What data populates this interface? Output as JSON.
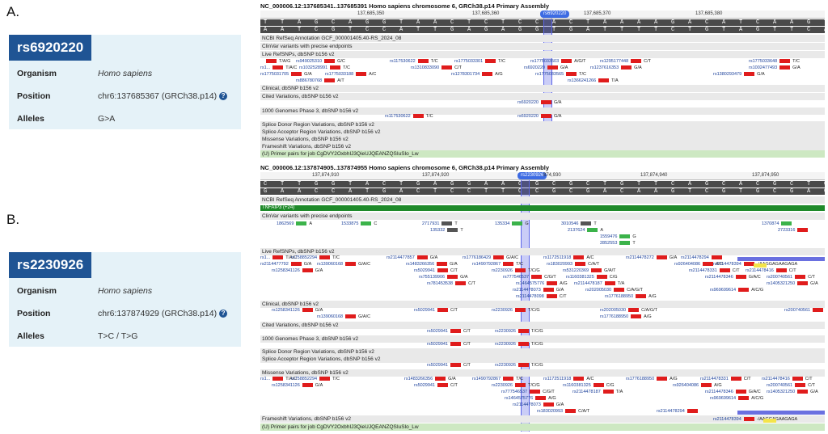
{
  "panels": [
    {
      "letter": "A.",
      "rsid": "rs6920220",
      "organism_label": "Organism",
      "organism": "Homo sapiens",
      "position_label": "Position",
      "position": "chr6:137685367 (GRCh38.p14)",
      "alleles_label": "Alleles",
      "alleles": "G>A",
      "viewer": {
        "header": "NC_000006.12:137685341..137685391 Homo sapiens chromosome 6, GRCh38.p14 Primary Assembly",
        "ruler_ticks": [
          "137,685,350",
          "137,685,360",
          "137,685,370",
          "137,685,380"
        ],
        "ruler_flag": "rs6920220",
        "seq_top": "T T A G C A G G T A A C T C T C C A C T A A A A G A C A T C A A G T G A T C C A C A A A T C A C G C",
        "seq_bottom": "A A T C G T C C A T T G A G A G G T G A T T T T C T G T A G T T C A C T A G G T G T T T A G T G C G",
        "tracks": [
          "NCBI RefSeq Annotation GCF_000001405.40-RS_2024_08",
          "ClinVar variants with precise endpoints",
          "Live RefSNPs, dbSNP b156 v2",
          "Clinical, dbSNP b156 v2",
          "Cited Variations, dbSNP b156 v2",
          "1000 Genomes Phase 3, dbSNP b156 v2",
          "Splice Donor Region Variations, dbSNP b156 v2",
          "Splice Acceptor Region Variations, dbSNP b156 v2",
          "Missense Variations, dbSNP b156 v2",
          "Frameshift Variations, dbSNP b156 v2",
          "(U) Primer pairs for job CgDVY2OxbhIJ3QieUJQEANZQSIuSlo_Lw"
        ],
        "live_snps": [
          {
            "id": "",
            "allele": "T/A/G"
          },
          {
            "id": "rs949025310",
            "allele": "G/C"
          },
          {
            "id": "rs117530622",
            "allele": "T/C"
          },
          {
            "id": "rs1775033301",
            "allele": "T/C"
          },
          {
            "id": "rs1775033503",
            "allele": "A/G/T"
          },
          {
            "id": "rs1295177448",
            "allele": "C/T"
          },
          {
            "id": "rs1775033648",
            "allele": "T/C"
          },
          {
            "id": "rs1...",
            "allele": "T/A/C"
          },
          {
            "id": "rs1032528991",
            "allele": "T/C"
          },
          {
            "id": "rs1310833090",
            "allele": "C/T"
          },
          {
            "id": "rs6920220",
            "allele": "G/A"
          },
          {
            "id": "rs1237616353",
            "allele": "G/A"
          },
          {
            "id": "rs1002477493",
            "allele": "G/A"
          },
          {
            "id": "rs1775031705",
            "allele": "G/A"
          },
          {
            "id": "rs1775033188",
            "allele": "A/C"
          },
          {
            "id": "rs1278301734",
            "allele": "A/G"
          },
          {
            "id": "rs1775033565",
            "allele": "T/C"
          },
          {
            "id": "rs1380293479",
            "allele": "G/A"
          },
          {
            "id": "rs886780768",
            "allele": "A/T"
          },
          {
            "id": "rs1366241266",
            "allele": "T/A"
          }
        ],
        "g1000": [
          {
            "id": "rs6920220",
            "allele": "G/A"
          },
          {
            "id": "rs117530622",
            "allele": "T/C"
          }
        ],
        "cited": {
          "id": "rs6920220",
          "allele": "G/A"
        }
      }
    },
    {
      "letter": "B.",
      "rsid": "rs2230926",
      "organism_label": "Organism",
      "organism": "Homo sapiens",
      "position_label": "Position",
      "position": "chr6:137874929 (GRCh38.p14)",
      "alleles_label": "Alleles",
      "alleles": "T>C / T>G",
      "viewer": {
        "header": "NC_000006.12:137874905..137874955 Homo sapiens chromosome 6, GRCh38.p14 Primary Assembly",
        "ruler_ticks": [
          "137,874,910",
          "137,874,920",
          "874,930",
          "137,874,940",
          "137,874,950"
        ],
        "ruler_flag": "rs2230926",
        "seq_top": "C T T G G T A C T G A G G A A G G C G C T G T T C A G C A C G C T C A A G G A C A T G C A G G G T",
        "seq_bottom": "G A A C C A T G A C T C C T T C C G C G A C A A G T C G T G C G A G T T C C T G T A C G T C C C A",
        "gene": "TNFAIP3 (+24)",
        "tracks": [
          "NCBI RefSeq Annotation GCF_000001405.40-RS_2024_08",
          "ClinVar variants with precise endpoints",
          "Live RefSNPs, dbSNP b156 v2",
          "Clinical, dbSNP b156 v2",
          "Cited Variations, dbSNP b156 v2",
          "1000 Genomes Phase 3, dbSNP b156 v2",
          "Splice Donor Region Variations, dbSNP b156 v2",
          "Splice Acceptor Region Variations, dbSNP b156 v2",
          "Missense Variations, dbSNP b156 v2",
          "Frameshift Variations, dbSNP b156 v2",
          "(U) Primer pairs for job CgDVY2OxbhIJ3QieUJQEANZQSIuSlo_Lw"
        ],
        "clinvar": [
          "1862569",
          "1533875",
          "2717931",
          "135334",
          "135332",
          "3010546",
          "2137624",
          "1559476",
          "2852553",
          "1370874",
          "2723316"
        ],
        "clinvar_alleles": [
          "A",
          "C",
          "T",
          "G",
          "T",
          "T",
          "A",
          "G",
          "T"
        ],
        "live_snps": [
          {
            "id": "rs1...",
            "allele": "T/A/C"
          },
          {
            "id": "rs758852294",
            "allele": "T/C"
          },
          {
            "id": "rs2114477857",
            "allele": "G/A"
          },
          {
            "id": "rs1776186429",
            "allele": "G/A/C"
          },
          {
            "id": "rs1172511918",
            "allele": "A/C"
          },
          {
            "id": "rs2114478272",
            "allele": "G/A"
          },
          {
            "id": "rs2114478294",
            "allele": ""
          },
          {
            "id": "rs2114477792",
            "allele": "G/A"
          },
          {
            "id": "rs139060168",
            "allele": "G/A/C"
          },
          {
            "id": "rs1483266356",
            "allele": "G/A"
          },
          {
            "id": "rs1490792867",
            "allele": "T/C"
          },
          {
            "id": "rs183020993",
            "allele": "C/A/T"
          },
          {
            "id": "rs926404086",
            "allele": "A/G"
          },
          {
            "id": "rs2114478394",
            "allele": "-/AAGGAGAAGAGA"
          },
          {
            "id": "rs1258341126",
            "allele": "G/A"
          },
          {
            "id": "rs5029941",
            "allele": "C/T"
          },
          {
            "id": "rs2230926",
            "allele": "T/C/G"
          },
          {
            "id": "rs531220369",
            "allele": "G/A/T"
          },
          {
            "id": "rs2114478331",
            "allele": "C/T"
          },
          {
            "id": "rs2114478416",
            "allele": "C/T"
          },
          {
            "id": "rs755139906",
            "allele": "G/A"
          },
          {
            "id": "rs777546537",
            "allele": "C/G/T"
          },
          {
            "id": "rs1160381325",
            "allele": "C/G"
          },
          {
            "id": "rs2114478346",
            "allele": "G/A/C"
          },
          {
            "id": "rs200740561",
            "allele": "C/T"
          },
          {
            "id": "rs781453538",
            "allele": "C/T"
          },
          {
            "id": "rs1464575776",
            "allele": "A/G"
          },
          {
            "id": "rs2114478187",
            "allele": "T/A"
          },
          {
            "id": "rs1405321250",
            "allele": "G/A"
          },
          {
            "id": "rs2114478073",
            "allele": "G/A"
          },
          {
            "id": "rs202005030",
            "allele": "C/A/G/T"
          },
          {
            "id": "rs969699614",
            "allele": "A/C/G"
          },
          {
            "id": "rs2114478098",
            "allele": "C/T"
          },
          {
            "id": "rs1776188950",
            "allele": "A/G"
          }
        ],
        "clinical": [
          {
            "id": "rs1258341126",
            "allele": "G/A"
          },
          {
            "id": "rs5029941",
            "allele": "C/T"
          },
          {
            "id": "rs2230926",
            "allele": "T/C/G"
          },
          {
            "id": "rs202005030",
            "allele": "C/A/G/T"
          },
          {
            "id": "rs200740561",
            "allele": ""
          },
          {
            "id": "rs139060168",
            "allele": "G/A/C"
          },
          {
            "id": "rs1776188950",
            "allele": "A/G"
          }
        ],
        "cited": [
          {
            "id": "rs5029941",
            "allele": "C/T"
          },
          {
            "id": "rs2230926",
            "allele": "T/C/G"
          }
        ],
        "g1000": [
          {
            "id": "rs5029941",
            "allele": "C/T"
          },
          {
            "id": "rs2230926",
            "allele": "T/C/G"
          }
        ],
        "splice_acc": [
          {
            "id": "rs5029941",
            "allele": "C/T"
          },
          {
            "id": "rs2230926",
            "allele": "T/C/G"
          }
        ],
        "missense": [
          {
            "id": "rs1...",
            "allele": "T/A/C"
          },
          {
            "id": "rs758852294",
            "allele": "T/C"
          },
          {
            "id": "rs1483266356",
            "allele": "G/A"
          },
          {
            "id": "rs1490792867",
            "allele": "T/C"
          },
          {
            "id": "rs1172511918",
            "allele": "A/C"
          },
          {
            "id": "rs1776188950",
            "allele": "A/G"
          },
          {
            "id": "rs2114478331",
            "allele": "C/T"
          },
          {
            "id": "rs2114478416",
            "allele": "C/T"
          },
          {
            "id": "rs1258341126",
            "allele": "G/A"
          },
          {
            "id": "rs5029941",
            "allele": "C/T"
          },
          {
            "id": "rs2230926",
            "allele": "T/C/G"
          },
          {
            "id": "rs1160381325",
            "allele": "C/G"
          },
          {
            "id": "rs926404086",
            "allele": "A/G"
          },
          {
            "id": "rs200740561",
            "allele": "C/T"
          },
          {
            "id": "rs777546537",
            "allele": "C/G/T"
          },
          {
            "id": "rs2114478187",
            "allele": "T/A"
          },
          {
            "id": "rs2114478346",
            "allele": "G/A/C"
          },
          {
            "id": "rs1405321250",
            "allele": "G/A"
          },
          {
            "id": "rs1464575776",
            "allele": "A/G"
          },
          {
            "id": "rs969699614",
            "allele": "A/C/G"
          },
          {
            "id": "rs2114478073",
            "allele": "G/A"
          },
          {
            "id": "rs183020993",
            "allele": "C/A/T"
          }
        ],
        "frameshift": [
          {
            "id": "rs2114478294",
            "allele": ""
          },
          {
            "id": "rs2114478394",
            "allele": "-/AAGGAGAAGAGA"
          }
        ]
      }
    }
  ]
}
